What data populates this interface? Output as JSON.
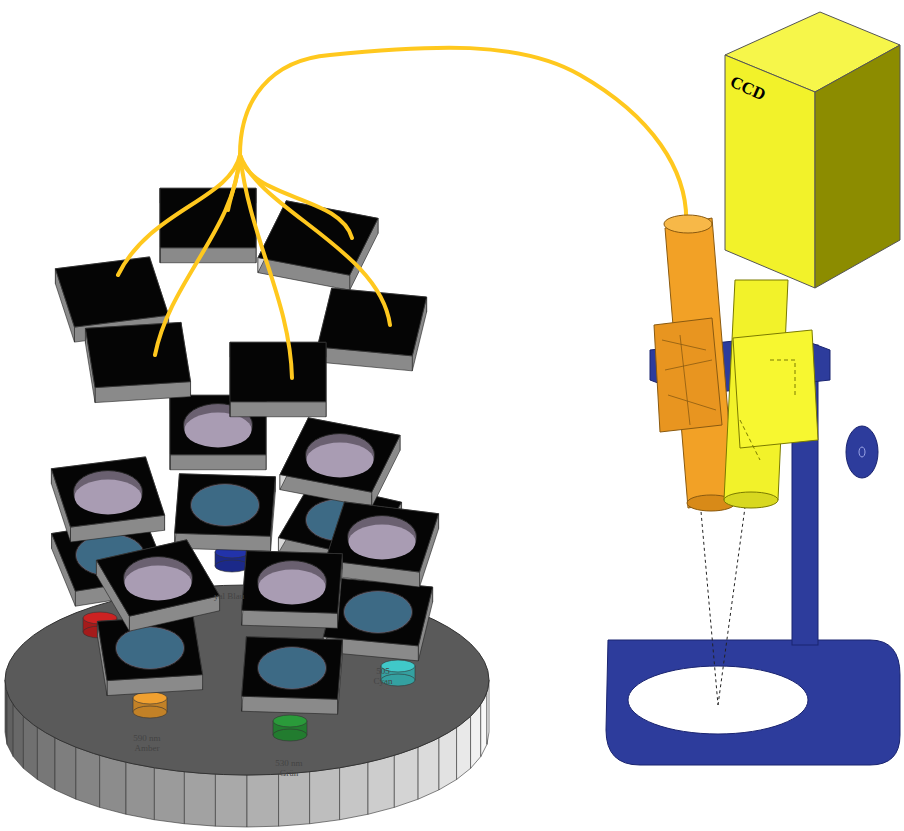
{
  "diagram": {
    "nodes": [
      {
        "text": [
          "CCD"
        ]
      }
    ],
    "labels": [
      "yal Blau",
      "590 nm Amber",
      "530 nm Grün",
      "505 Cyan"
    ]
  }
}
